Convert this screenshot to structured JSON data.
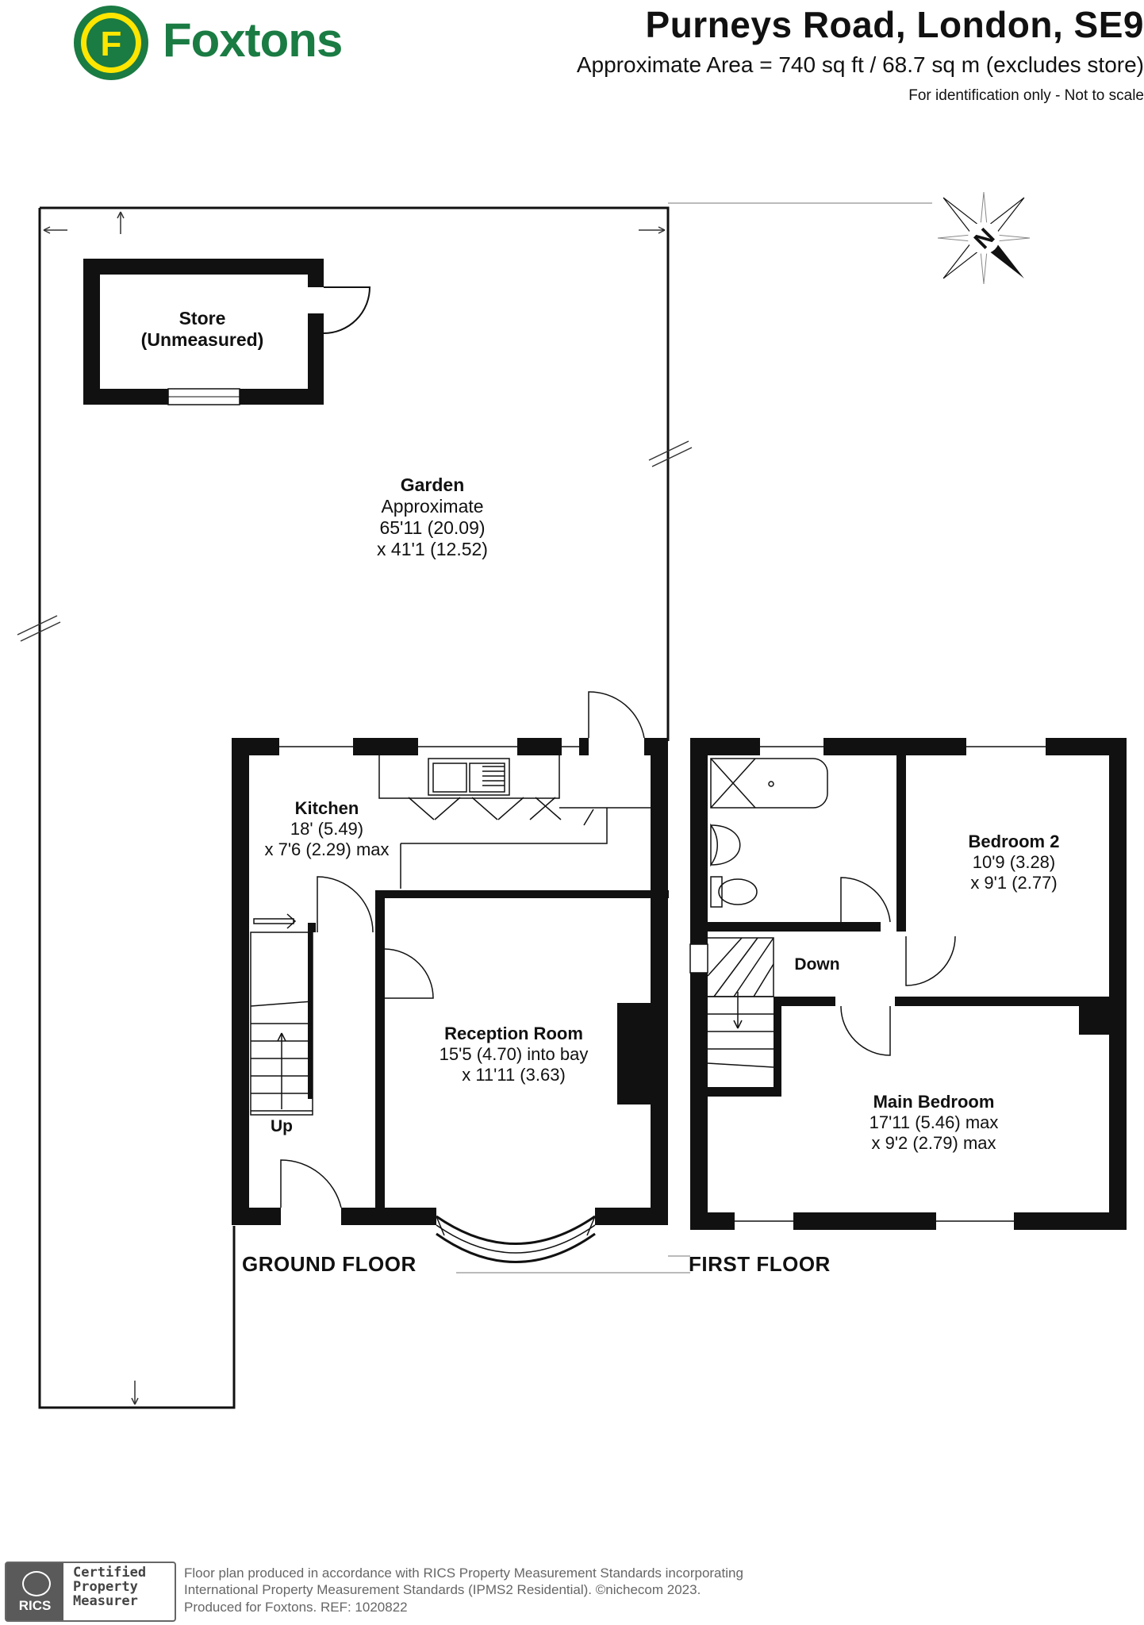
{
  "header": {
    "title": "Purneys Road, London, SE9",
    "area": "Approximate Area = 740 sq ft / 68.7 sq m (excludes store)",
    "note": "For identification only - Not to scale"
  },
  "brand": {
    "logo_text": "Foxtons",
    "logo_letter": "F",
    "colors": {
      "green": "#1a7b43",
      "yellow": "#ffe600"
    }
  },
  "compass": {
    "letter": "N"
  },
  "rooms": {
    "store": {
      "name": "Store",
      "sub": "(Unmeasured)"
    },
    "garden": {
      "name": "Garden",
      "l1": "Approximate",
      "l2": "65'11 (20.09)",
      "l3": "x 41'1 (12.52)"
    },
    "kitchen": {
      "name": "Kitchen",
      "l1": "18' (5.49)",
      "l2": "x 7'6 (2.29) max"
    },
    "reception": {
      "name": "Reception Room",
      "l1": "15'5 (4.70) into bay",
      "l2": "x 11'11 (3.63)"
    },
    "bedroom2": {
      "name": "Bedroom 2",
      "l1": "10'9 (3.28)",
      "l2": "x 9'1 (2.77)"
    },
    "main_bedroom": {
      "name": "Main Bedroom",
      "l1": "17'11 (5.46) max",
      "l2": "x 9'2 (2.79) max"
    }
  },
  "stairs": {
    "up": "Up",
    "down": "Down"
  },
  "floors": {
    "ground": "GROUND FLOOR",
    "first": "FIRST FLOOR"
  },
  "footer": {
    "badge_word": "RICS",
    "cert_l1": "Certified",
    "cert_l2": "Property",
    "cert_l3": "Measurer",
    "line1": "Floor plan produced in accordance with RICS Property Measurement Standards incorporating",
    "line2": "International Property Measurement Standards (IPMS2 Residential).   ©nichecom 2023.",
    "line3": "Produced for Foxtons.    REF: 1020822"
  }
}
